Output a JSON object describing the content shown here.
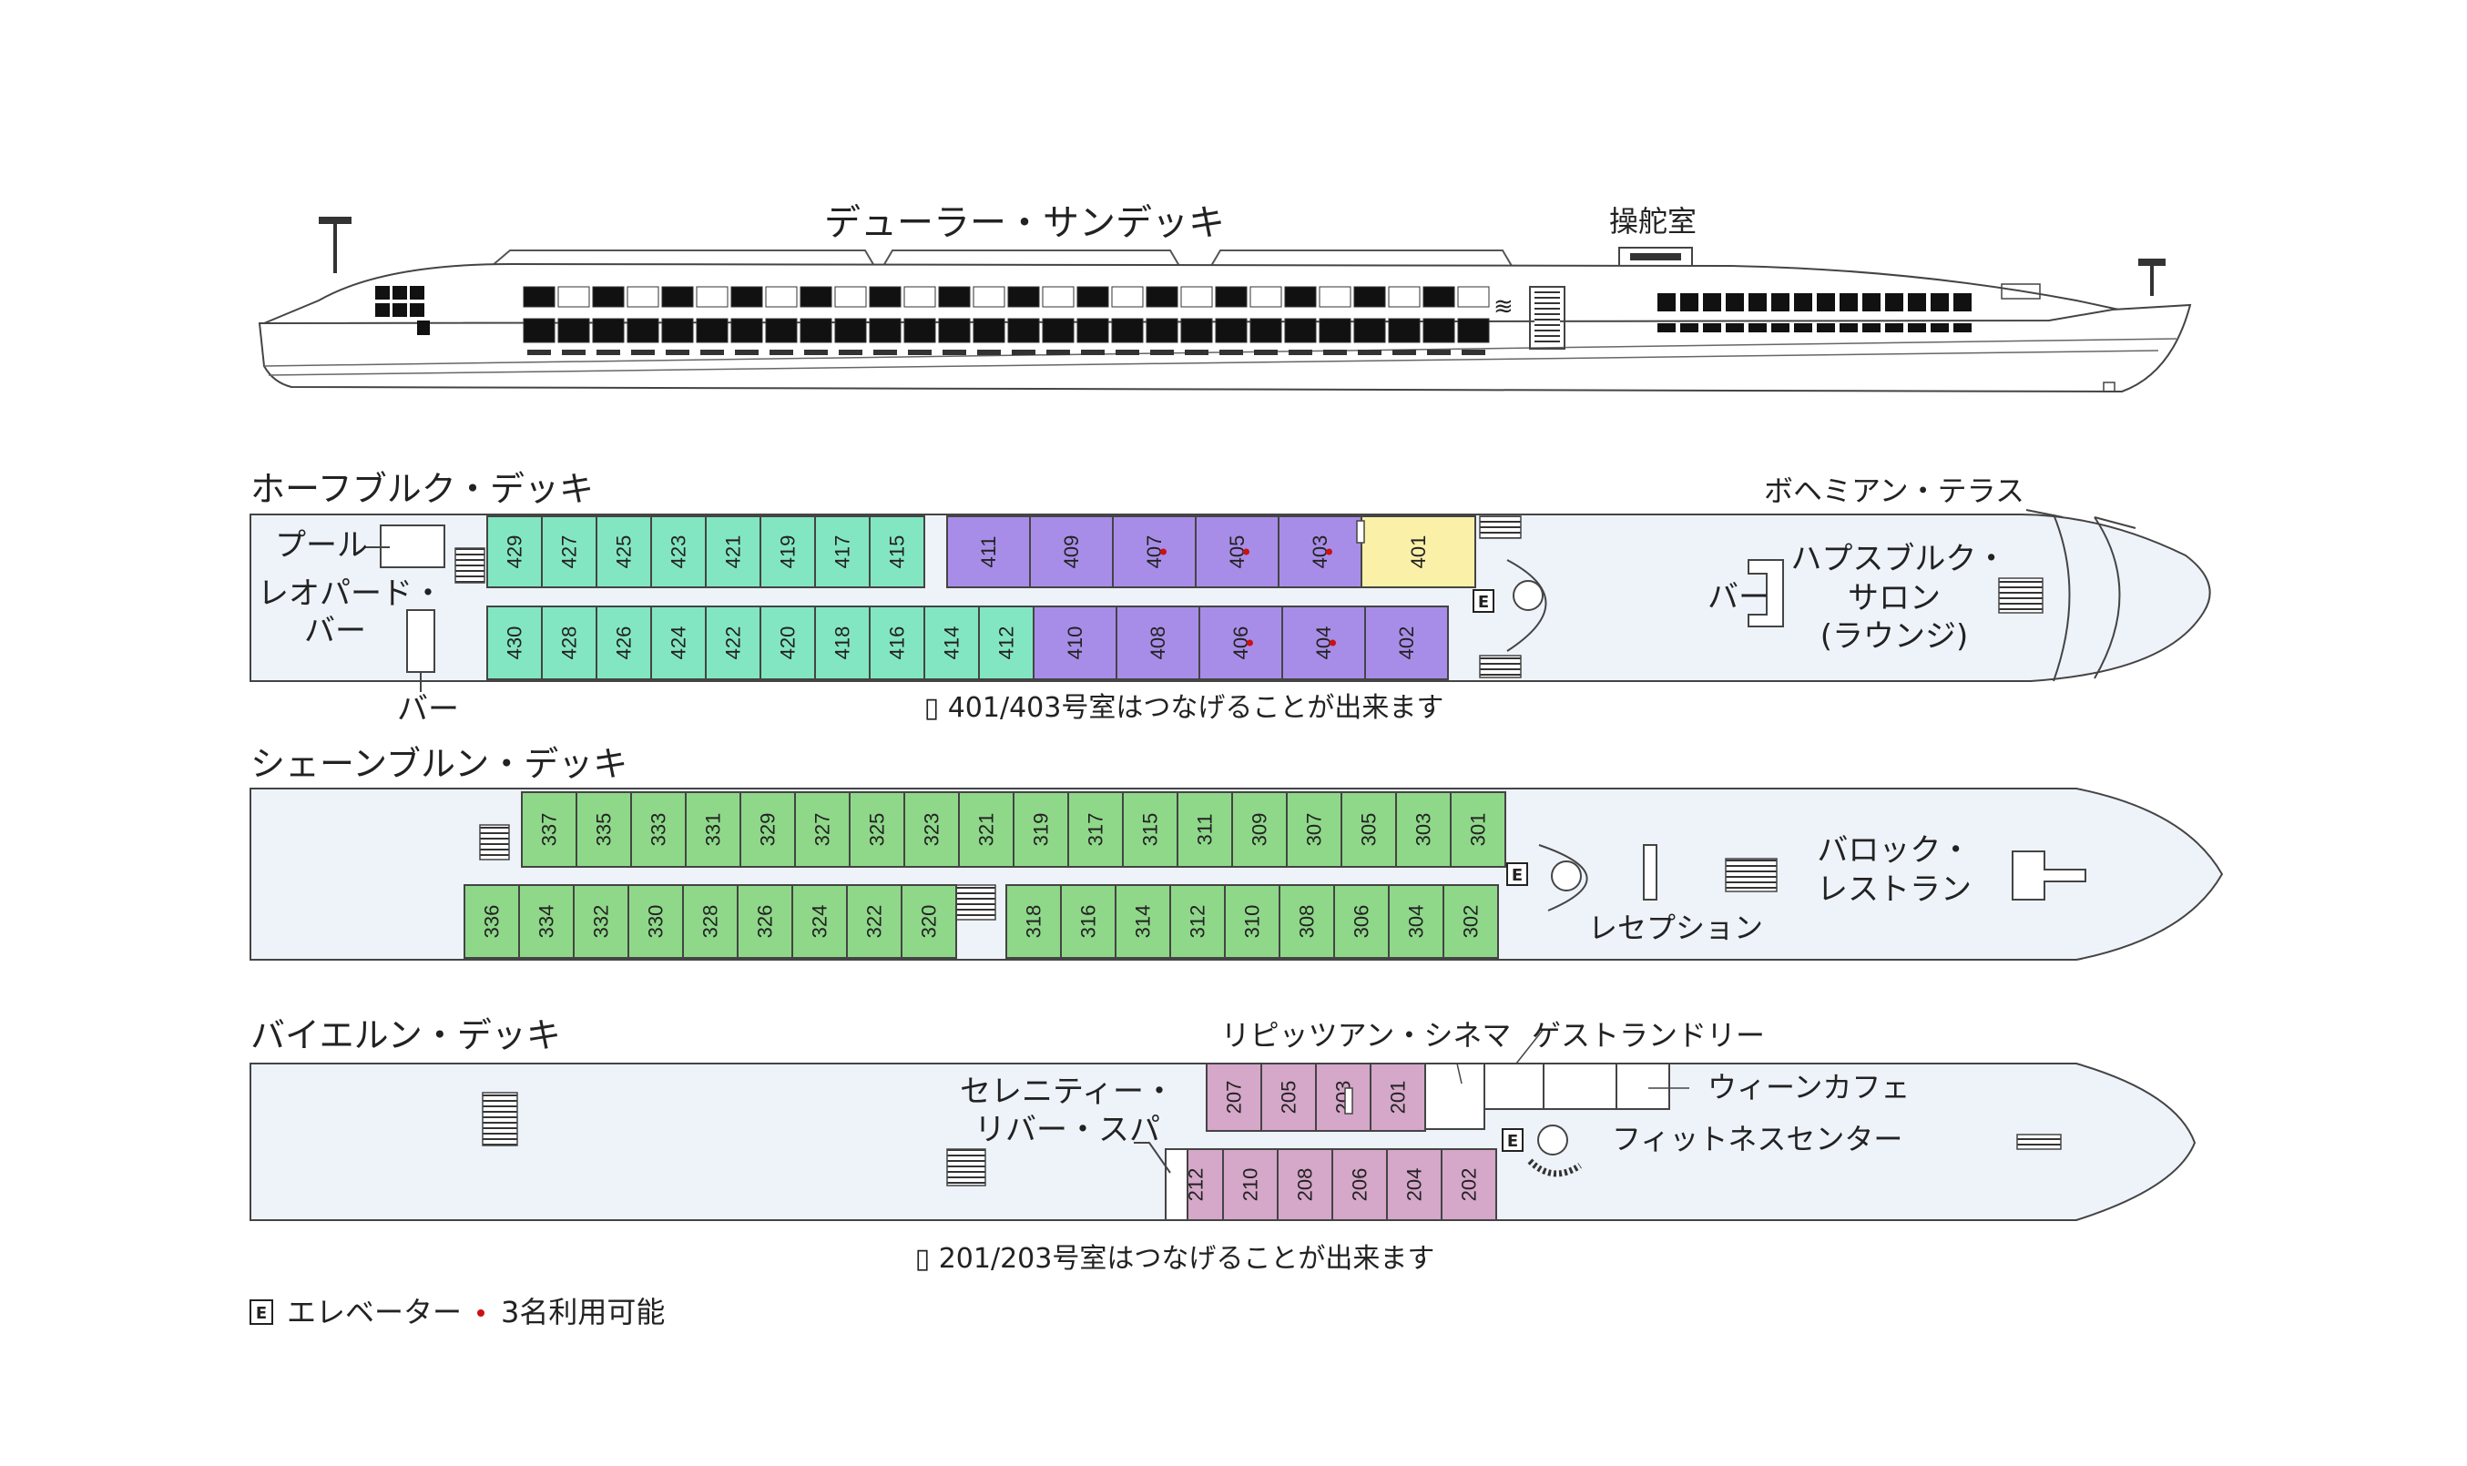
{
  "colors": {
    "hull": "#eef3fa",
    "outline": "#444444",
    "green_dark": "#8fd88a",
    "green_teal": "#83e6c2",
    "purple": "#a88de8",
    "yellow": "#fbf0a8",
    "pink": "#d5a7c9",
    "dot": "#cc1111"
  },
  "profile": {
    "sundeck_label": "デューラー・サンデッキ",
    "wheelhouse_label": "操舵室"
  },
  "deck4": {
    "title": "ホーフブルク・デッキ",
    "labels": {
      "pool": "プール",
      "leopard1": "レオパード・",
      "leopard2": "バー",
      "bar_bottom": "バー",
      "bohemian": "ボヘミアン・テラス",
      "bar_mid": "バー",
      "habs1": "ハプスブルク・",
      "habs2": "サロン",
      "habs3": "(ラウンジ)",
      "elevator": "E"
    },
    "top_teal": [
      "429",
      "427",
      "425",
      "423",
      "421",
      "419",
      "417",
      "415"
    ],
    "top_purple": [
      "411",
      "409",
      "407",
      "405",
      "403"
    ],
    "top_yellow": [
      "401"
    ],
    "bottom_teal": [
      "430",
      "428",
      "426",
      "424",
      "422",
      "420",
      "418",
      "416",
      "414",
      "412"
    ],
    "bottom_purple": [
      "410",
      "408",
      "406",
      "404",
      "402"
    ],
    "three_person": [
      "407",
      "405",
      "403",
      "406",
      "404"
    ],
    "note": "401/403号室はつなげることが出来ます"
  },
  "deck3": {
    "title": "シェーンブルン・デッキ",
    "labels": {
      "baroque1": "バロック・",
      "baroque2": "レストラン",
      "reception": "レセプション",
      "elevator": "E"
    },
    "top": [
      "337",
      "335",
      "333",
      "331",
      "329",
      "327",
      "325",
      "323",
      "321",
      "319",
      "317",
      "315",
      "311",
      "309",
      "307",
      "305",
      "303",
      "301"
    ],
    "bottom_left": [
      "336",
      "334",
      "332",
      "330",
      "328",
      "326",
      "324",
      "322",
      "320"
    ],
    "bottom_right": [
      "318",
      "316",
      "314",
      "312",
      "310",
      "308",
      "306",
      "304",
      "302"
    ]
  },
  "deck2": {
    "title": "バイエルン・デッキ",
    "labels": {
      "cinema": "リピッツアン・シネマ",
      "laundry": "ゲストランドリー",
      "cafe": "ウィーンカフェ",
      "spa1": "セレニティー・",
      "spa2": "リバー・スパ",
      "fitness": "フィットネスセンター",
      "elevator": "E"
    },
    "top": [
      "207",
      "205",
      "203",
      "201"
    ],
    "bottom": [
      "212",
      "210",
      "208",
      "206",
      "204",
      "202"
    ],
    "note": "201/203号室はつなげることが出来ます"
  },
  "legend": {
    "elevator_icon": "E",
    "elevator_text": "エレベーター",
    "three_text": "3名利用可能"
  }
}
